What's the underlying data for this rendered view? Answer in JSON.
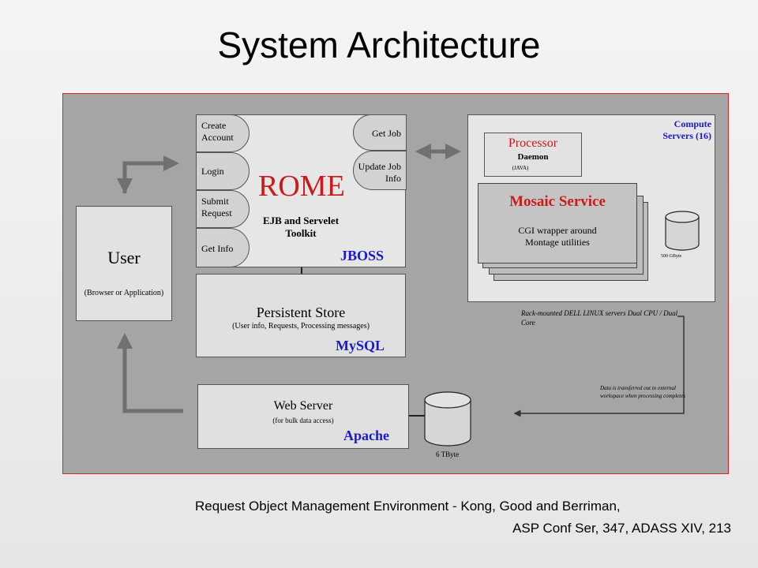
{
  "title": "System Architecture",
  "user": {
    "label": "User",
    "sub": "(Browser or Application)"
  },
  "rome": {
    "tabs_left": [
      "Create Account",
      "Login",
      "Submit Request",
      "Get Info"
    ],
    "tabs_right": [
      "Get Job",
      "Update Job Info"
    ],
    "name": "ROME",
    "sub": "EJB and Servelet Toolkit",
    "platform": "JBOSS"
  },
  "store": {
    "label": "Persistent Store",
    "sub": "(User info, Requests, Processing messages)",
    "platform": "MySQL"
  },
  "web": {
    "label": "Web Server",
    "sub": "(for bulk data access)",
    "platform": "Apache",
    "disk": "6 TByte"
  },
  "compute": {
    "heading": "Compute Servers (16)",
    "processor_label": "Processor",
    "daemon": "Daemon",
    "java": "(JAVA)",
    "mosaic_title": "Mosaic Service",
    "mosaic_sub": "CGI wrapper around Montage utilities",
    "disk": "500 GByte",
    "note": "Rack-mounted DELL LINUX servers Dual CPU / Dual Core"
  },
  "transfer_note": "Data is transferred out to external workspace when processing completes",
  "caption": {
    "line1": "Request Object Management Environment - Kong, Good and Berriman,",
    "line2": "ASP Conf Ser, 347, ADASS XIV, 213"
  }
}
